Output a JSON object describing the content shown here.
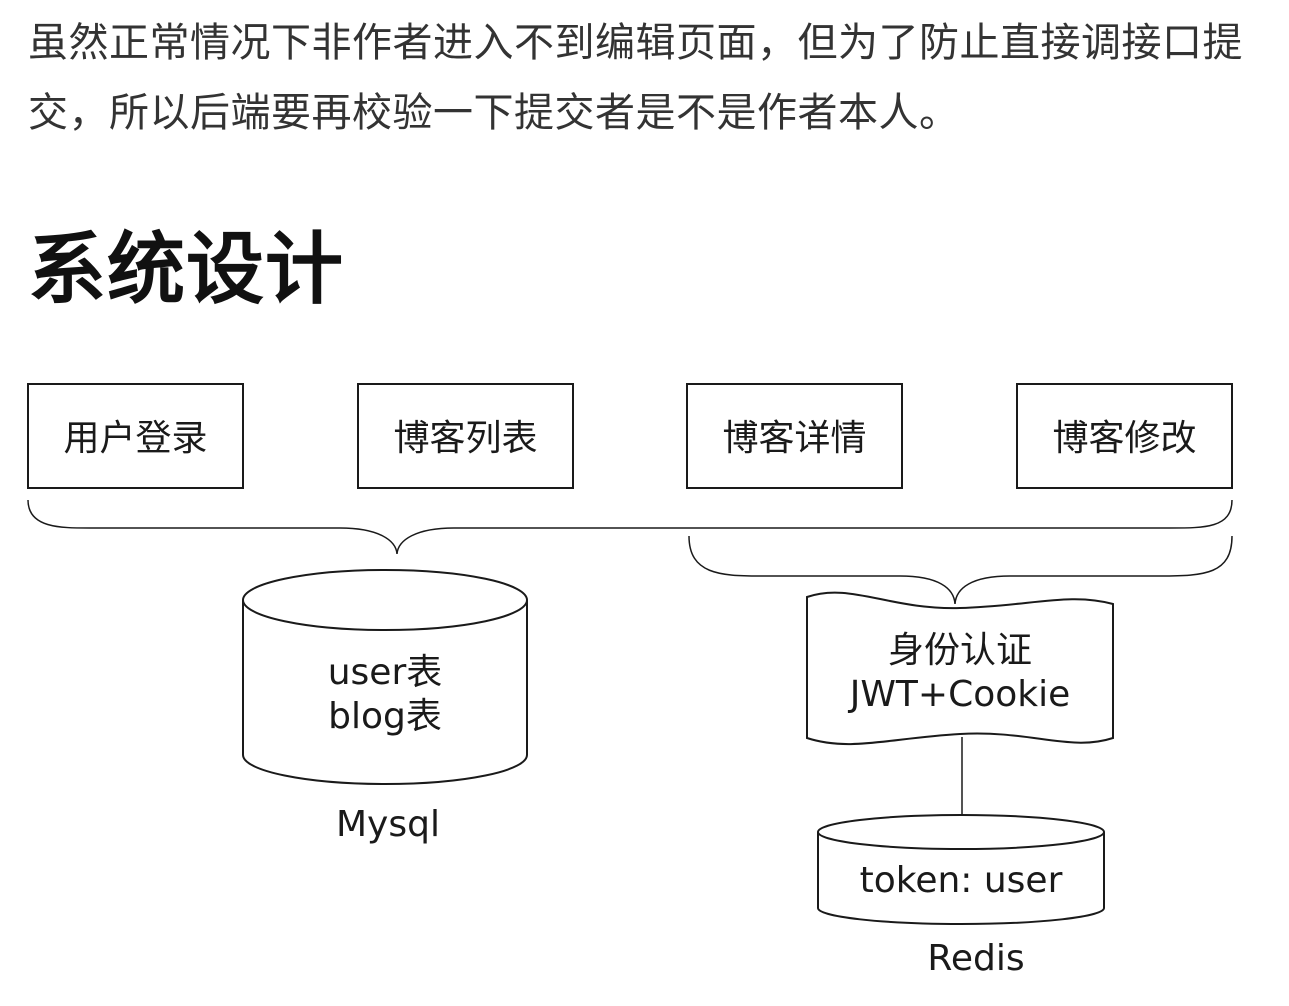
{
  "article": {
    "paragraph": "虽然正常情况下非作者进入不到编辑页面，但为了防止直接调接口提交，所以后端要再校验一下提交者是不是作者本人。",
    "heading": "系统设计"
  },
  "diagram": {
    "modules": [
      {
        "label": "用户登录"
      },
      {
        "label": "博客列表"
      },
      {
        "label": "博客详情"
      },
      {
        "label": "博客修改"
      }
    ],
    "mysql": {
      "line1": "user表",
      "line2": "blog表",
      "caption": "Mysql"
    },
    "auth": {
      "line1": "身份认证",
      "line2": "JWT+Cookie"
    },
    "redis": {
      "content": "token: user",
      "caption": "Redis"
    }
  }
}
